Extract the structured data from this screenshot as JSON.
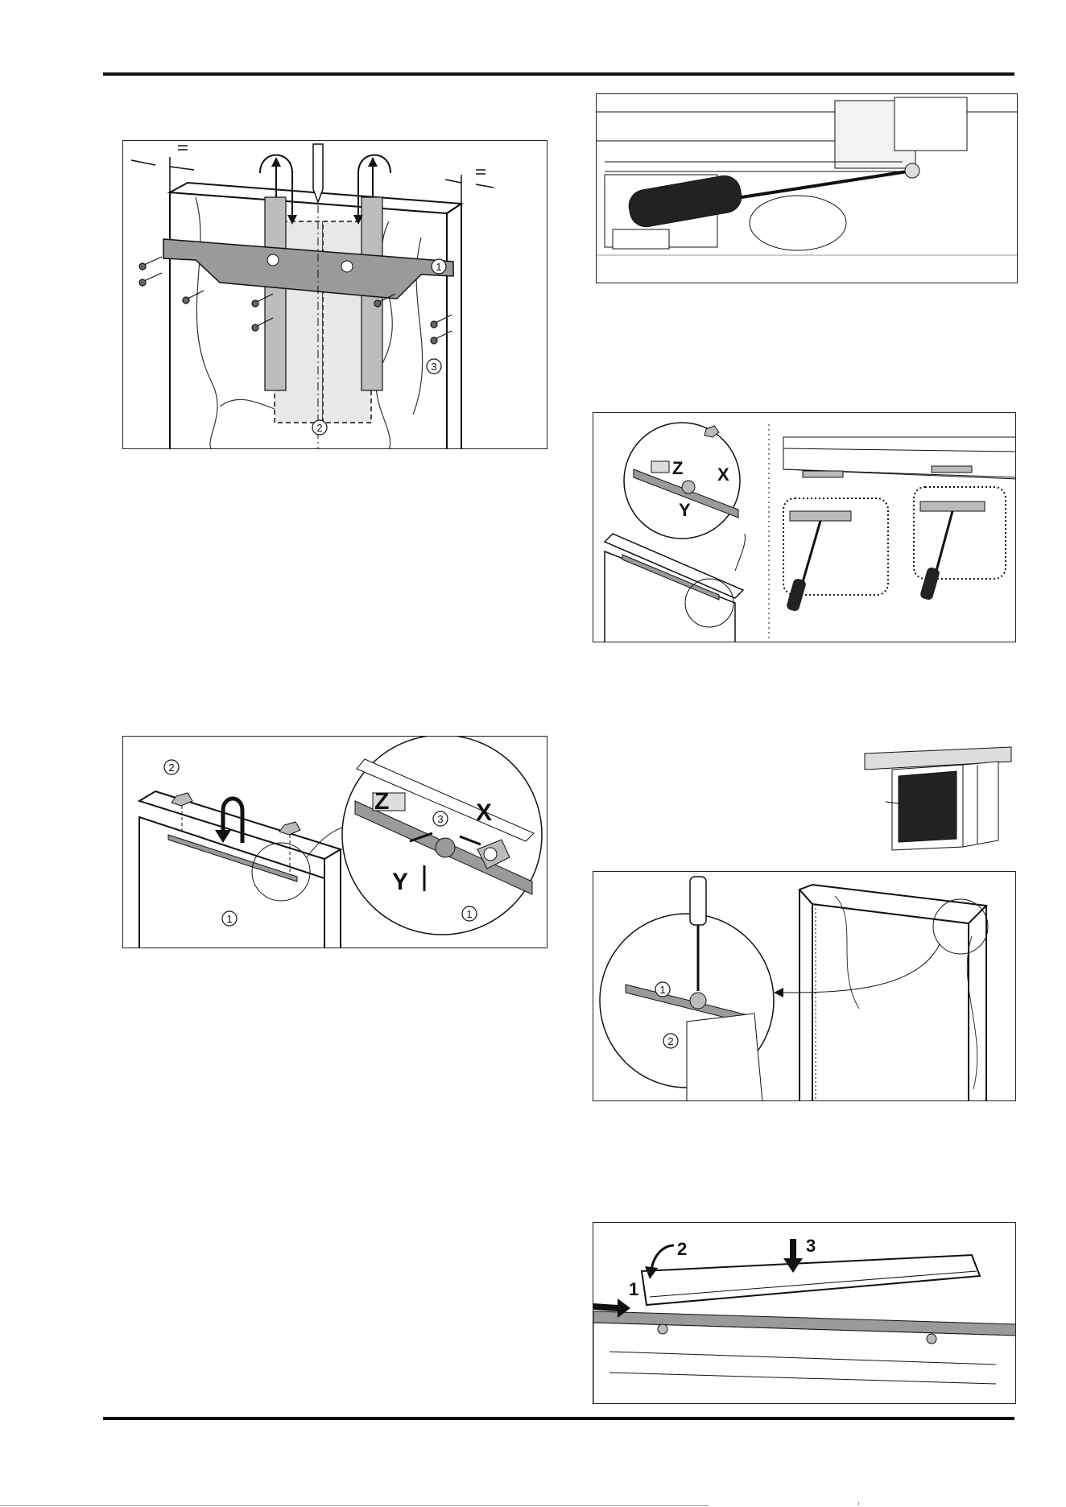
{
  "figures": {
    "f1": {
      "callouts": [
        "1",
        "2",
        "3"
      ]
    },
    "f2": {
      "callouts": [
        "1",
        "2",
        "3"
      ],
      "axes": [
        "Z",
        "X",
        "Y"
      ]
    },
    "f4": {
      "axes": [
        "Z",
        "X",
        "Y"
      ]
    },
    "f6": {
      "callouts": [
        "1",
        "2"
      ]
    },
    "f7": {
      "steps": [
        "1",
        "2",
        "3"
      ]
    }
  },
  "colors": {
    "ink": "#111111",
    "metal": "#9a9a9a",
    "panel": "#ffffff"
  }
}
